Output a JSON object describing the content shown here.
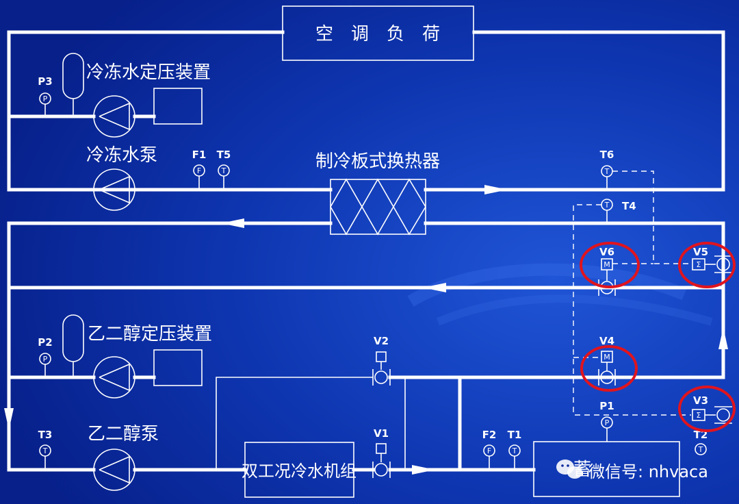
{
  "labels": {
    "load": "空　调　负　荷",
    "chw_pressurizer": "冷冻水定压装置",
    "chw_pump": "冷冻水泵",
    "hx": "制冷板式换热器",
    "glycol_pressurizer": "乙二醇定压装置",
    "glycol_pump": "乙二醇泵",
    "chiller": "双工况冷水机组",
    "storage_partial": "蓄"
  },
  "tags": {
    "P3": "P3",
    "P2": "P2",
    "P1": "P1",
    "F1": "F1",
    "F2": "F2",
    "T1": "T1",
    "T2": "T2",
    "T3": "T3",
    "T4": "T4",
    "T5": "T5",
    "T6": "T6",
    "V1": "V1",
    "V2": "V2",
    "V3": "V3",
    "V4": "V4",
    "V5": "V5",
    "V6": "V6"
  },
  "instrument_letters": {
    "pressure": "P",
    "temperature": "T",
    "flow": "F",
    "motor": "M",
    "sigma": "Σ"
  },
  "watermark": {
    "text": "微信号: nhvaca",
    "icon": "wechat-icon"
  },
  "colors": {
    "background": "#0a2a9c",
    "line": "#ffffff",
    "highlight": "#e0141e"
  }
}
